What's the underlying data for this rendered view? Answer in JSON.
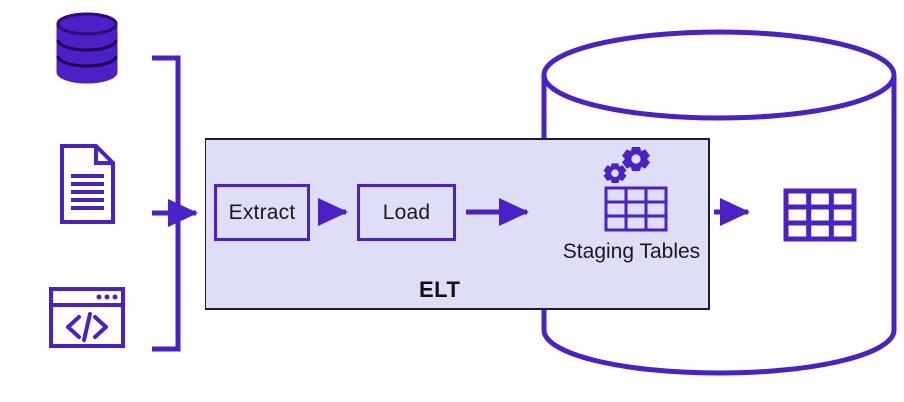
{
  "diagram": {
    "title": "ELT data pipeline to data warehouse",
    "colors": {
      "purple": "#4b20c6",
      "panel_fill": "#dedef6",
      "panel_border": "#1b1b3a",
      "text": "#1a1a1a",
      "background": "#ffffff"
    }
  },
  "sources": [
    {
      "id": "database",
      "icon": "database-cylinder-icon",
      "label": ""
    },
    {
      "id": "document",
      "icon": "document-file-icon",
      "label": ""
    },
    {
      "id": "code",
      "icon": "code-browser-window-icon",
      "label": ""
    }
  ],
  "connector": {
    "name": "source-bracket-connector",
    "icon": "arrow-right-icon"
  },
  "elt": {
    "label": "ELT",
    "steps": [
      {
        "id": "extract",
        "label": "Extract"
      },
      {
        "id": "load",
        "label": "Load"
      }
    ],
    "arrows": [
      {
        "id": "extract-to-load",
        "icon": "arrow-right-icon"
      },
      {
        "id": "load-to-staging",
        "icon": "arrow-right-icon"
      }
    ]
  },
  "staging": {
    "label": "Staging Tables",
    "icons": [
      {
        "id": "gears",
        "icon": "gears-icon"
      },
      {
        "id": "table",
        "icon": "table-grid-icon"
      }
    ]
  },
  "warehouse": {
    "icon": "database-cylinder-outline-icon",
    "label": "",
    "output": {
      "icon": "table-grid-icon",
      "arrow": "arrow-right-icon"
    }
  }
}
